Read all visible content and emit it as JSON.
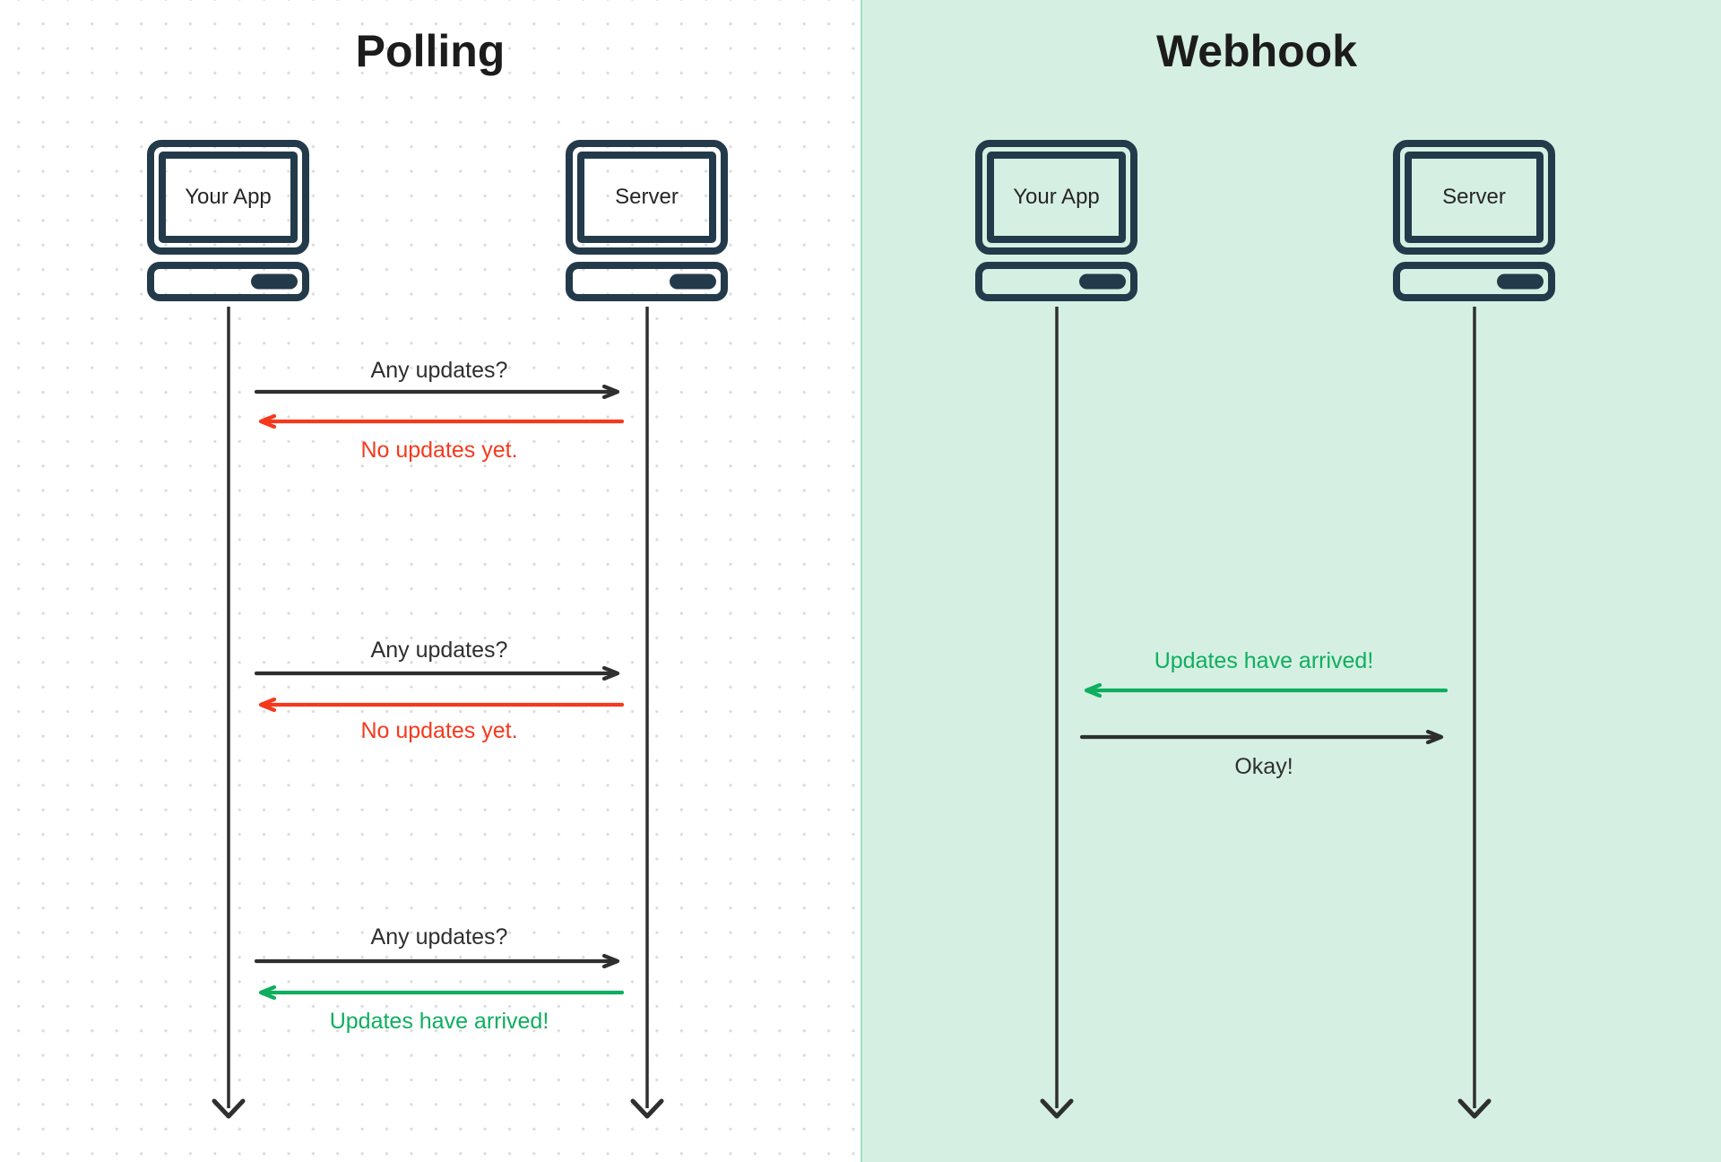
{
  "diagram": {
    "kind": "sequence-diagram comparison: polling vs webhook"
  },
  "colors": {
    "panel_left_bg": "#ffffff",
    "panel_right_bg": "#d5f0e2",
    "panel_divider": "#a5dcc1",
    "dot_grid": "#dcdcde",
    "icon_navy": "#233a4a",
    "title_text": "#1c1c1c",
    "message_dark": "#2f2f2f",
    "message_red": "#f5391d",
    "message_green": "#0fae5f"
  },
  "icons": {
    "computer-icon": "outlined monitor with label above keyboard base with filled pill",
    "lifeline-arrowhead": "downward open chevron",
    "message-arrowhead": "sideways open chevron"
  },
  "panels": [
    {
      "title": "Polling",
      "actors": [
        {
          "label": "Your App"
        },
        {
          "label": "Server"
        }
      ],
      "messages": [
        {
          "text": "Any updates?",
          "from": "Your App",
          "to": "Server",
          "color": "#2f2f2f"
        },
        {
          "text": "No updates yet.",
          "from": "Server",
          "to": "Your App",
          "color": "#f5391d"
        },
        {
          "text": "Any updates?",
          "from": "Your App",
          "to": "Server",
          "color": "#2f2f2f"
        },
        {
          "text": "No updates yet.",
          "from": "Server",
          "to": "Your App",
          "color": "#f5391d"
        },
        {
          "text": "Any updates?",
          "from": "Your App",
          "to": "Server",
          "color": "#2f2f2f"
        },
        {
          "text": "Updates have arrived!",
          "from": "Server",
          "to": "Your App",
          "color": "#0fae5f"
        }
      ]
    },
    {
      "title": "Webhook",
      "actors": [
        {
          "label": "Your App"
        },
        {
          "label": "Server"
        }
      ],
      "messages": [
        {
          "text": "Updates have arrived!",
          "from": "Server",
          "to": "Your App",
          "color": "#0fae5f"
        },
        {
          "text": "Okay!",
          "from": "Your App",
          "to": "Server",
          "color": "#2f2f2f"
        }
      ]
    }
  ]
}
